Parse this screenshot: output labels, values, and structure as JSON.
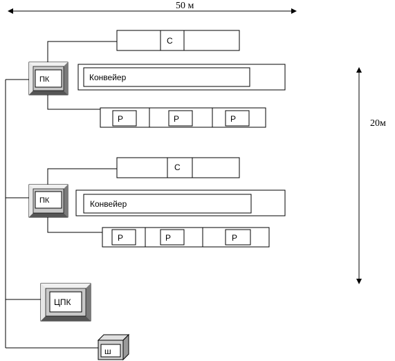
{
  "dimensions": {
    "width_label": "50 м",
    "height_label": "20м"
  },
  "line1": {
    "pk_label": "ПК",
    "conveyor_label": "Конвейер",
    "c_label": "С",
    "r_labels": [
      "Р",
      "Р",
      "Р"
    ]
  },
  "line2": {
    "pk_label": "ПК",
    "conveyor_label": "Конвейер",
    "c_label": "С",
    "r_labels": [
      "Р",
      "Р",
      "Р"
    ]
  },
  "central": {
    "cpk_label": "ЦПК",
    "server_label": "ш"
  }
}
